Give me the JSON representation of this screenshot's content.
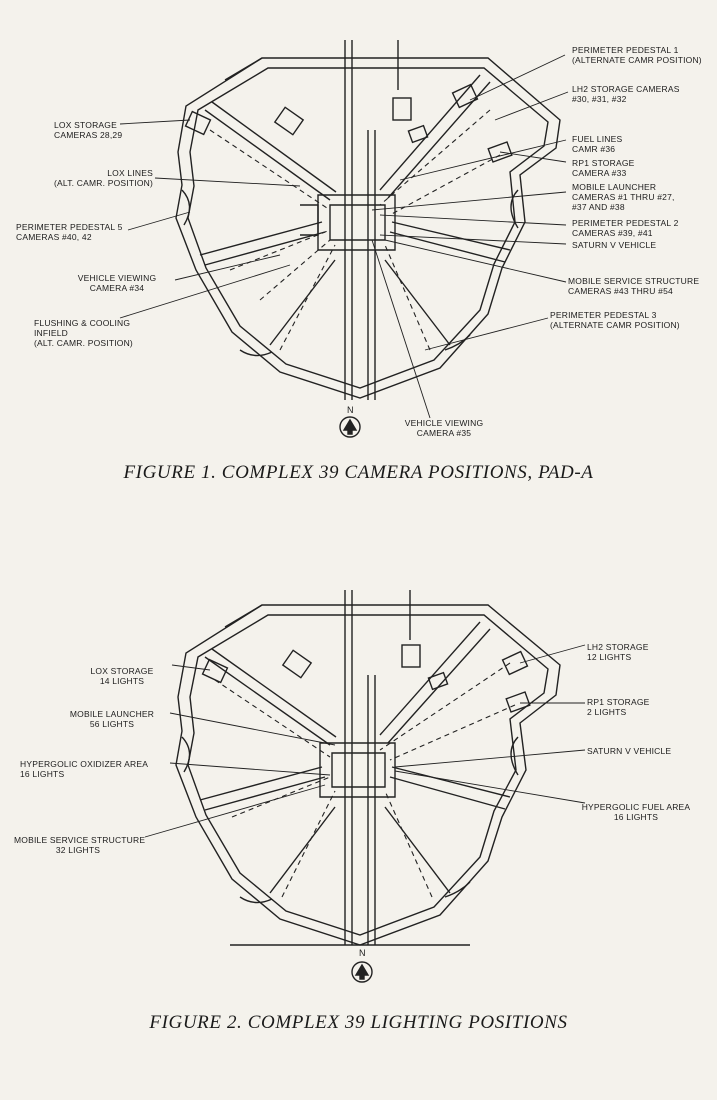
{
  "figure1": {
    "caption": "FIGURE 1. COMPLEX 39 CAMERA POSITIONS, PAD-A",
    "north": "N",
    "labels": {
      "pp1_a": "PERIMETER PEDESTAL 1",
      "pp1_b": "(ALTERNATE CAMR POSITION)",
      "lh2_a": "LH2 STORAGE CAMERAS",
      "lh2_b": "#30, #31, #32",
      "lox_a": "LOX STORAGE",
      "lox_b": "CAMERAS 28,29",
      "fuel_a": "FUEL LINES",
      "fuel_b": "CAMR #36",
      "rp1_a": "RP1 STORAGE",
      "rp1_b": "CAMERA #33",
      "loxl_a": "LOX LINES",
      "loxl_b": "(ALT. CAMR. POSITION)",
      "ml_a": "MOBILE LAUNCHER",
      "ml_b": "CAMERAS #1 THRU #27,",
      "ml_c": "#37 AND #38",
      "pp5_a": "PERIMETER PEDESTAL 5",
      "pp5_b": "CAMERAS #40, 42",
      "pp2_a": "PERIMETER PEDESTAL 2",
      "pp2_b": "CAMERAS #39, #41",
      "sat": "SATURN V VEHICLE",
      "vv34_a": "VEHICLE VIEWING",
      "vv34_b": "CAMERA #34",
      "mss_a": "MOBILE SERVICE STRUCTURE",
      "mss_b": "CAMERAS #43 THRU #54",
      "flush_a": "FLUSHING & COOLING",
      "flush_b": "INFIELD",
      "flush_c": "(ALT. CAMR. POSITION)",
      "pp3_a": "PERIMETER PEDESTAL 3",
      "pp3_b": "(ALTERNATE CAMR POSITION)",
      "vv35_a": "VEHICLE VIEWING",
      "vv35_b": "CAMERA #35"
    }
  },
  "figure2": {
    "caption": "FIGURE 2. COMPLEX 39 LIGHTING POSITIONS",
    "north": "N",
    "labels": {
      "lox_a": "LOX STORAGE",
      "lox_b": "14 LIGHTS",
      "lh2_a": "LH2 STORAGE",
      "lh2_b": "12 LIGHTS",
      "ml_a": "MOBILE LAUNCHER",
      "ml_b": "56 LIGHTS",
      "rp1_a": "RP1 STORAGE",
      "rp1_b": "2 LIGHTS",
      "sat": "SATURN V VEHICLE",
      "hox_a": "HYPERGOLIC OXIDIZER AREA",
      "hox_b": "16 LIGHTS",
      "hfuel_a": "HYPERGOLIC FUEL AREA",
      "hfuel_b": "16 LIGHTS",
      "mss_a": "MOBILE SERVICE STRUCTURE",
      "mss_b": "32 LIGHTS"
    }
  }
}
